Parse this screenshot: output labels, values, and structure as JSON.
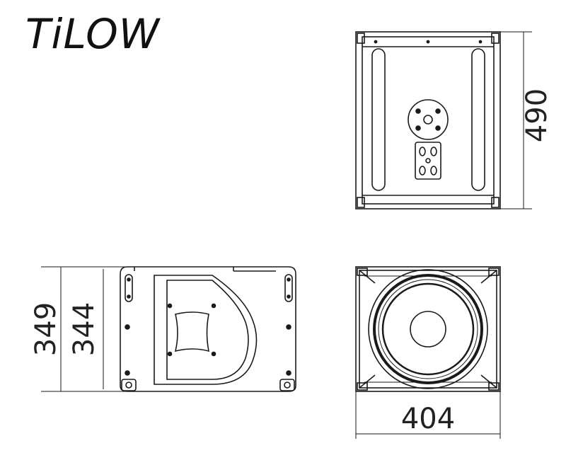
{
  "product_name": "TiLOW",
  "dimensions": {
    "depth": "490",
    "height_outer": "349",
    "height_inner": "344",
    "width": "404"
  },
  "colors": {
    "line": "#1a1a1a",
    "background": "#ffffff"
  }
}
